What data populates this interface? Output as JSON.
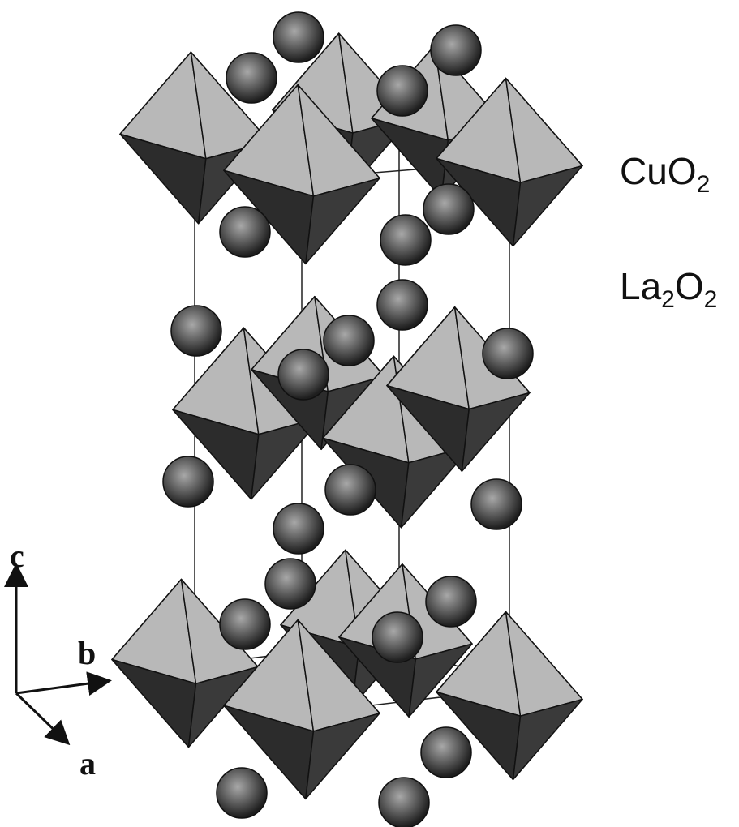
{
  "labels": {
    "layer_1": {
      "base": "CuO",
      "sub": "2"
    },
    "layer_2": {
      "base": "La",
      "sub": "2",
      "base2": "O",
      "sub2": "2"
    }
  },
  "axes": {
    "c": "c",
    "b": "b",
    "a": "a"
  },
  "colors": {
    "octahedron_light": "#b8b8b8",
    "octahedron_mid": "#8e8e8e",
    "octahedron_dark": "#2c2c2c",
    "atom_fill": "#555555",
    "atom_highlight": "#9a9a9a",
    "outline": "#111111",
    "text": "#111111"
  }
}
